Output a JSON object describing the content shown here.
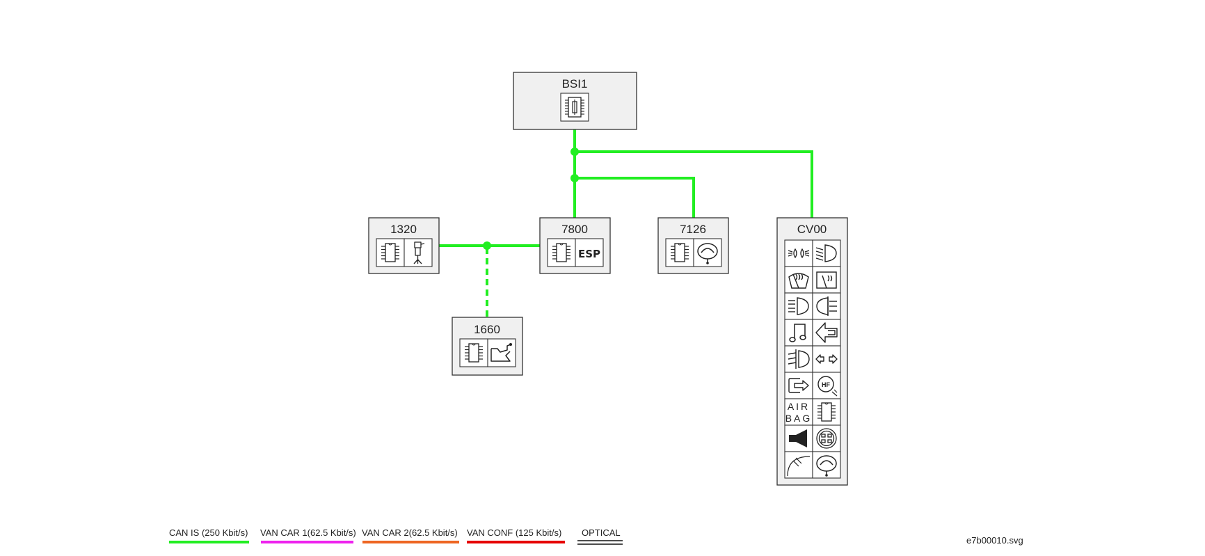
{
  "colors": {
    "can_is": "#22ee22",
    "van_car_1": "#ee22ee",
    "van_car_2": "#ee6622",
    "van_conf": "#e60000",
    "optical": "#111111",
    "box_fill": "#f0f0f0"
  },
  "modules": {
    "bsi1": {
      "label": "BSI1",
      "icons": [
        "fuse-chip-icon"
      ]
    },
    "m1320": {
      "label": "1320",
      "icons": [
        "ecu-chip-icon",
        "injector-icon"
      ]
    },
    "m7800": {
      "label": "7800",
      "icons": [
        "ecu-chip-icon",
        "esp-icon"
      ],
      "esp_text": "ESP"
    },
    "m7126": {
      "label": "7126",
      "icons": [
        "ecu-chip-icon",
        "steering-wheel-icon"
      ]
    },
    "m1660": {
      "label": "1660",
      "icons": [
        "ecu-chip-icon",
        "gearbox-icon"
      ]
    },
    "cv00": {
      "label": "CV00",
      "icons": [
        "sidelights-icon",
        "dipped-beam-icon",
        "front-wiper-icon",
        "rear-wiper-icon",
        "main-beam-icon",
        "rear-fog-icon",
        "audio-note-icon",
        "return-arrow-icon",
        "front-fog-icon",
        "indicators-icon",
        "door-exit-icon",
        "hands-free-icon",
        "airbag-icon",
        "ecu-chip-icon",
        "horn-icon",
        "control-pad-icon",
        "wiper-sweep-icon",
        "steering-wheel-icon"
      ],
      "airbag_line1": "AIR",
      "airbag_line2": "BAG",
      "hf_text": "HF"
    }
  },
  "legend": {
    "can_is": "CAN IS (250 Kbit/s)",
    "van_car_1": "VAN CAR 1(62.5 Kbit/s)",
    "van_car_2": "VAN CAR 2(62.5 Kbit/s)",
    "van_conf": "VAN CONF (125 Kbit/s)",
    "optical": "OPTICAL"
  },
  "file_name": "e7b00010.svg"
}
